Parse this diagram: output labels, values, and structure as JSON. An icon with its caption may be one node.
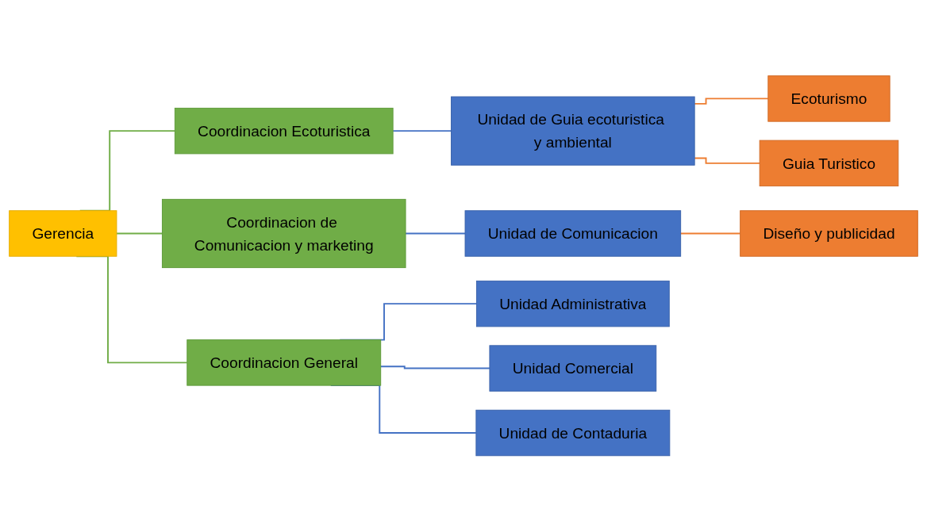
{
  "diagram": {
    "nodes": [
      {
        "text": [
          "Gerencia"
        ]
      },
      {
        "text": [
          "Coordinacion Ecoturistica"
        ]
      },
      {
        "text": [
          "Coordinacion de Comunicacion y marketing"
        ]
      },
      {
        "text": [
          "Coordinacion General"
        ]
      },
      {
        "text": [
          "Unidad de Guia ecoturistica y ambiental"
        ]
      },
      {
        "text": [
          "Unidad de Comunicacion"
        ]
      },
      {
        "text": [
          "Unidad Administrativa"
        ]
      },
      {
        "text": [
          "Unidad Comercial"
        ]
      },
      {
        "text": [
          "Unidad de Contaduria"
        ]
      },
      {
        "text": [
          "Ecoturismo"
        ]
      },
      {
        "text": [
          "Guia Turistico"
        ]
      },
      {
        "text": [
          "Diseño y publicidad"
        ]
      }
    ],
    "edges": [
      {
        "from": 0,
        "to": 1,
        "arrow": "none",
        "color": "#70ad47"
      },
      {
        "from": 0,
        "to": 2,
        "arrow": "none",
        "color": "#70ad47"
      },
      {
        "from": 0,
        "to": 3,
        "arrow": "none",
        "color": "#70ad47"
      },
      {
        "from": 1,
        "to": 4,
        "arrow": "none"
      },
      {
        "from": 2,
        "to": 5,
        "arrow": "none"
      },
      {
        "from": 3,
        "to": 6,
        "arrow": "none"
      },
      {
        "from": 3,
        "to": 7,
        "arrow": "none"
      },
      {
        "from": 3,
        "to": 8,
        "arrow": "none"
      },
      {
        "from": 4,
        "to": 9,
        "arrow": "none",
        "color": "#ed7d31"
      },
      {
        "from": 4,
        "to": 10,
        "arrow": "none",
        "color": "#ed7d31"
      },
      {
        "from": 5,
        "to": 11,
        "arrow": "none",
        "color": "#ed7d31"
      }
    ]
  }
}
